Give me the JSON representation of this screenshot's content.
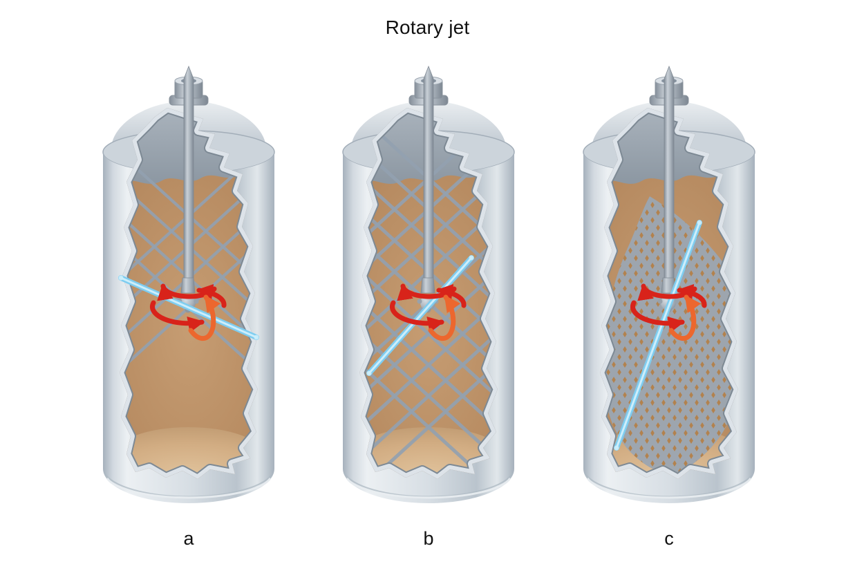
{
  "title": "Rotary jet",
  "panels": [
    {
      "label": "a"
    },
    {
      "label": "b"
    },
    {
      "label": "c"
    }
  ],
  "icons": {
    "rotation_arrows": "curved-red-arrows-circulating-around-shaft-and-hub",
    "jet_stream": "light-blue-spray-line",
    "rotary_jet_head": "ball-hub-on-vertical-shaft"
  },
  "colors": {
    "background": "#ffffff",
    "title_text": "#111111",
    "label_text": "#111111",
    "tank_wall": "#d7dee4",
    "tank_wall_dark": "#a6b1bc",
    "tank_dome": "#cdd5dc",
    "inner_dome": "#97a1ac",
    "cut_rim": "#dde3e9",
    "cut_edge": "#7d8994",
    "interior_brown": "#b68a60",
    "floor_tan": "#d2ad83",
    "spray_trace": "#93a1b0",
    "cleaned_gray": "#9ba5b1",
    "residue_dot": "#b2824e",
    "jet_blue": "#7ecdf0",
    "jet_blue_light": "#cdeefb",
    "shaft_gray": "#aab3bc",
    "arrow_red": "#d8231a",
    "arrow_orange": "#ec672e"
  }
}
